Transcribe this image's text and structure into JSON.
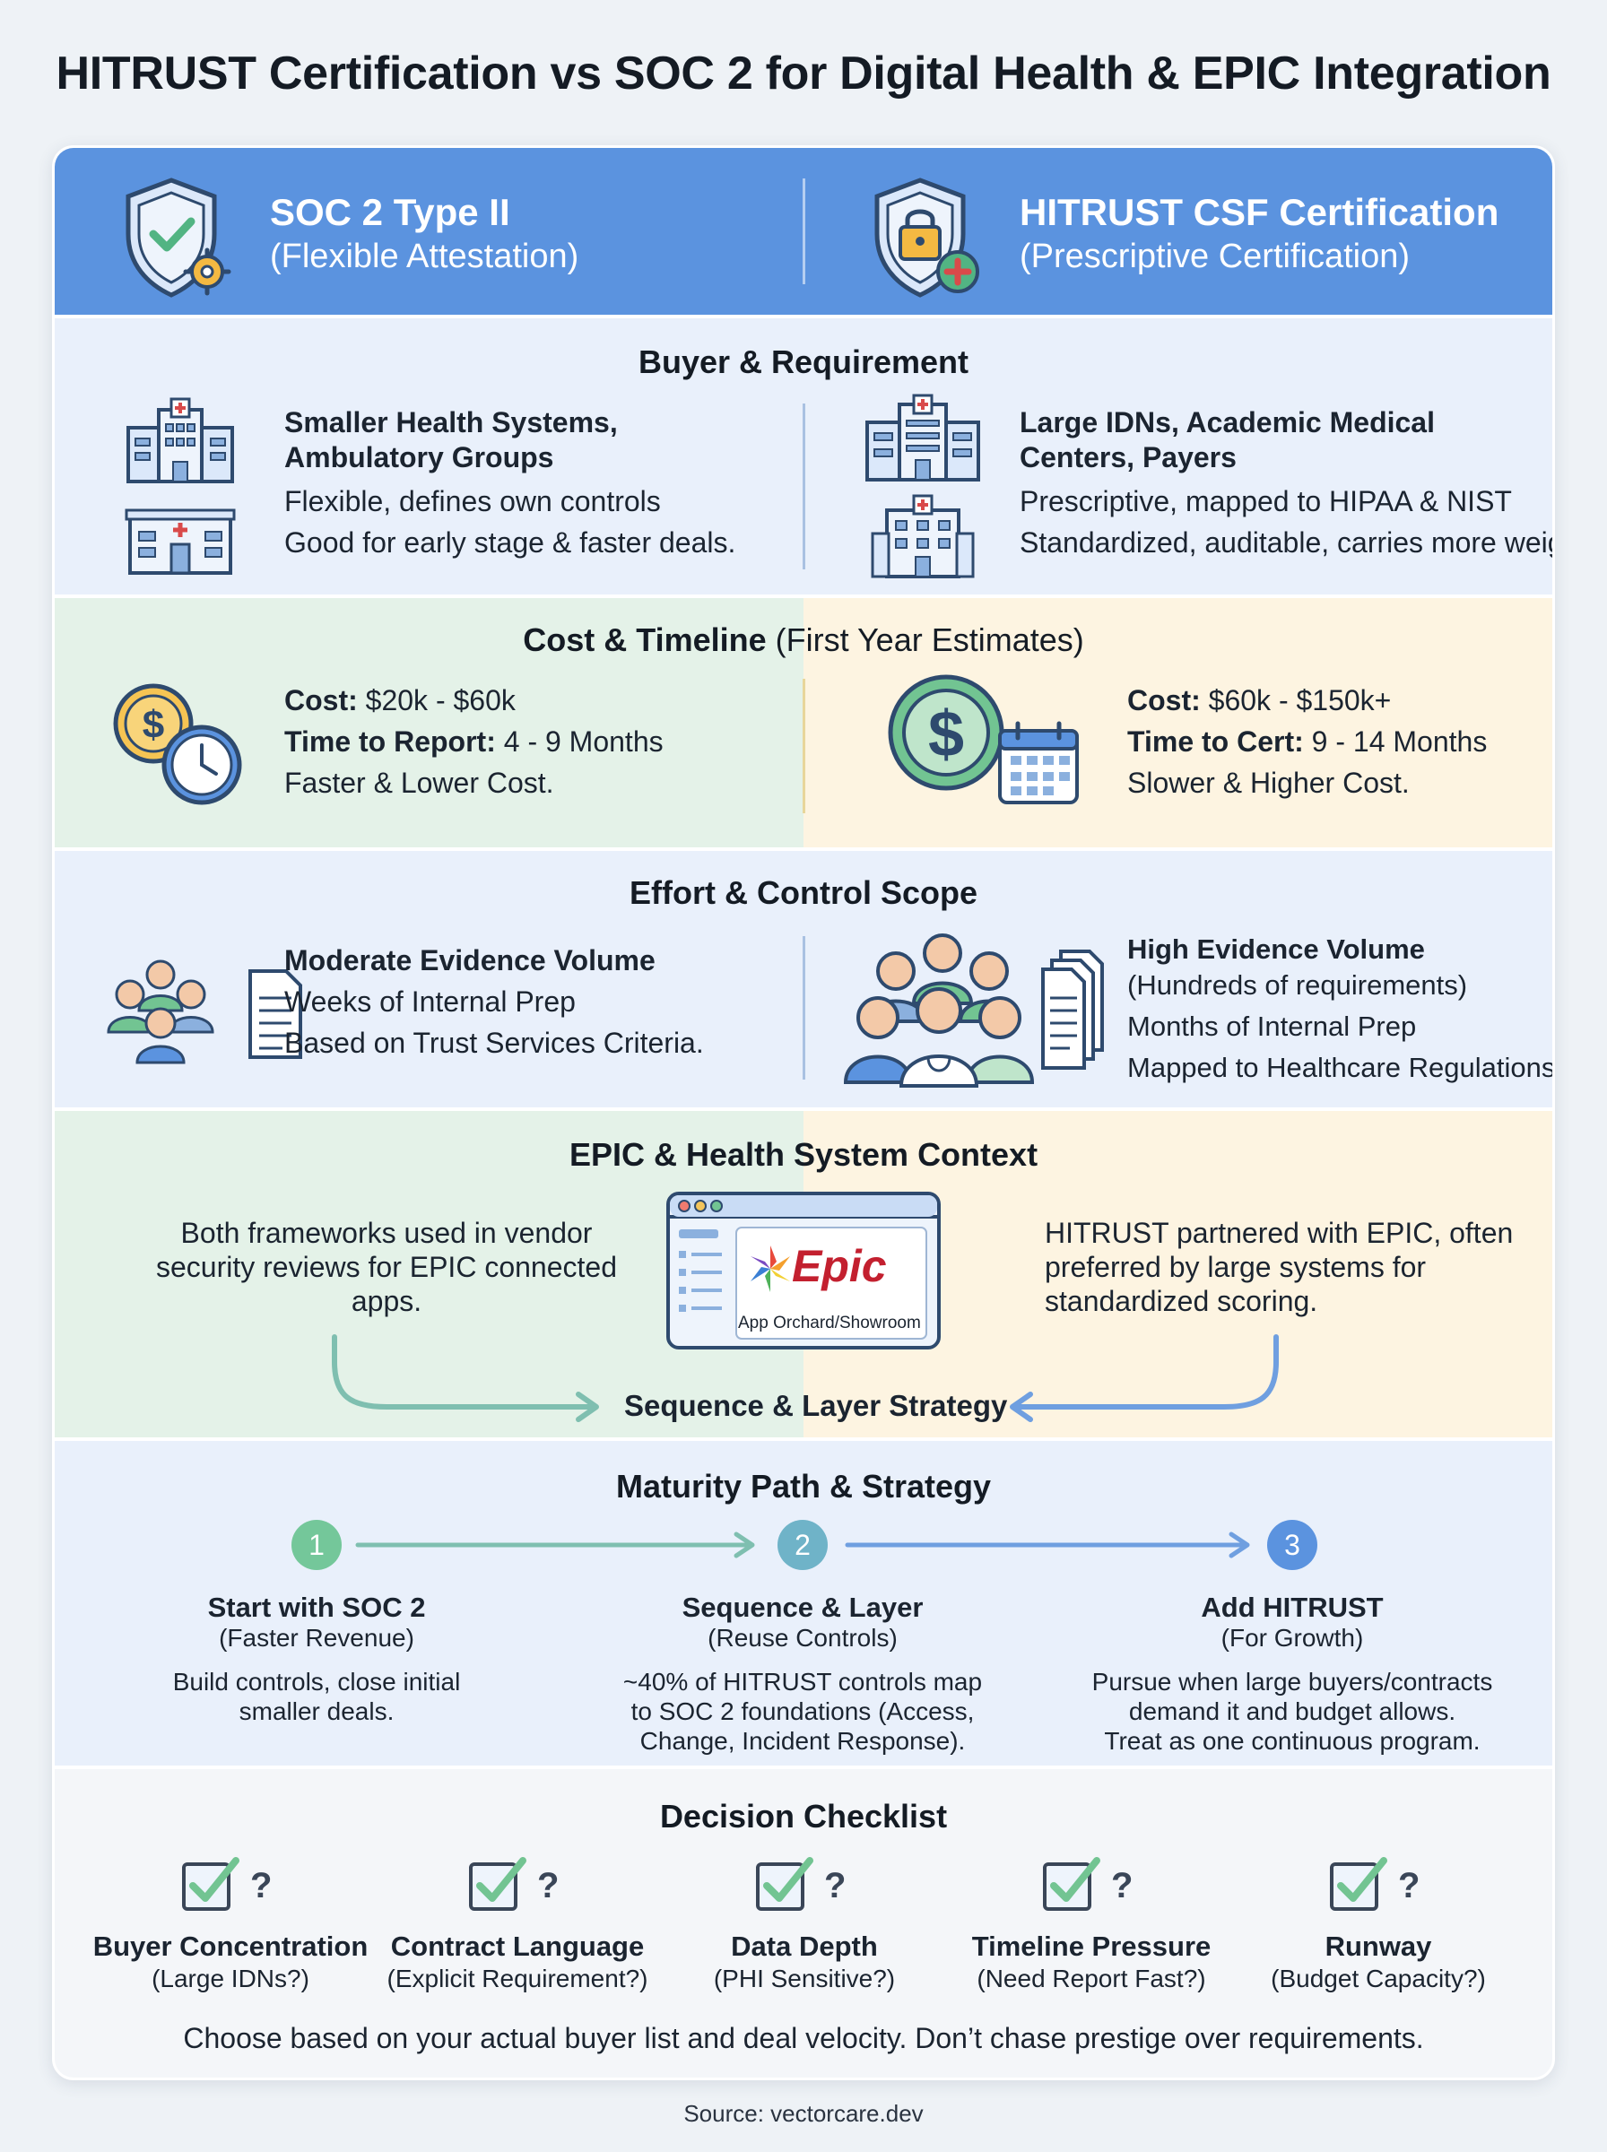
{
  "title": "HITRUST Certification vs SOC 2 for Digital Health & EPIC Integration",
  "header": {
    "left": {
      "title": "SOC 2 Type II",
      "subtitle": "(Flexible Attestation)",
      "icon": "shield-check-gear-icon"
    },
    "right": {
      "title": "HITRUST CSF Certification",
      "subtitle": "(Prescriptive Certification)",
      "icon": "shield-lock-plus-icon"
    }
  },
  "buyer": {
    "title": "Buyer & Requirement",
    "left": {
      "heading_1": "Smaller Health Systems,",
      "heading_2": "Ambulatory Groups",
      "line_1": "Flexible, defines own controls",
      "line_2": "Good for early stage & faster deals."
    },
    "right": {
      "heading_1": "Large IDNs, Academic Medical",
      "heading_2": "Centers, Payers",
      "line_1": "Prescriptive, mapped to HIPAA & NIST",
      "line_2": "Standardized, auditable, carries more weight."
    }
  },
  "cost": {
    "title": "Cost & Timeline",
    "title_note": "(First Year Estimates)",
    "left": {
      "cost_label": "Cost:",
      "cost_value": "$20k - $60k",
      "time_label": "Time to Report:",
      "time_value": "4 - 9 Months",
      "note": "Faster & Lower Cost."
    },
    "right": {
      "cost_label": "Cost:",
      "cost_value": "$60k - $150k+",
      "time_label": "Time to Cert:",
      "time_value": "9 - 14 Months",
      "note": "Slower & Higher Cost."
    }
  },
  "effort": {
    "title": "Effort & Control Scope",
    "left": {
      "heading": "Moderate Evidence Volume",
      "line_1": "Weeks of Internal Prep",
      "line_2": "Based on Trust Services Criteria."
    },
    "right": {
      "heading": "High Evidence Volume",
      "line_0": "(Hundreds of requirements)",
      "line_1": "Months of Internal Prep",
      "line_2": "Mapped to Healthcare Regulations."
    }
  },
  "epic": {
    "title": "EPIC & Health System Context",
    "left_1": "Both frameworks used in vendor",
    "left_2": "security reviews for EPIC connected",
    "left_3": "apps.",
    "right_1": "HITRUST partnered with EPIC, often",
    "right_2": "preferred by large systems for",
    "right_3": "standardized scoring.",
    "logo_text": "Epic",
    "caption": "App Orchard/Showroom",
    "strategy": "Sequence & Layer Strategy"
  },
  "maturity": {
    "title": "Maturity Path & Strategy",
    "steps": [
      {
        "num": "1",
        "title": "Start with SOC 2",
        "subtitle": "(Faster Revenue)",
        "d1": "Build controls, close initial",
        "d2": "smaller deals.",
        "d3": "",
        "color": "#74c79a"
      },
      {
        "num": "2",
        "title": "Sequence & Layer",
        "subtitle": "(Reuse Controls)",
        "d1": "~40% of HITRUST controls map",
        "d2": "to SOC 2 foundations (Access,",
        "d3": "Change, Incident Response).",
        "color": "#6fb3c8"
      },
      {
        "num": "3",
        "title": "Add HITRUST",
        "subtitle": "(For Growth)",
        "d1": "Pursue when large buyers/contracts",
        "d2": "demand it and budget allows.",
        "d3": "Treat as one continuous program.",
        "color": "#5b93df"
      }
    ]
  },
  "checklist": {
    "title": "Decision Checklist",
    "items": [
      {
        "title": "Buyer Concentration",
        "subtitle": "(Large IDNs?)"
      },
      {
        "title": "Contract Language",
        "subtitle": "(Explicit Requirement?)"
      },
      {
        "title": "Data Depth",
        "subtitle": "(PHI Sensitive?)"
      },
      {
        "title": "Timeline Pressure",
        "subtitle": "(Need Report Fast?)"
      },
      {
        "title": "Runway",
        "subtitle": "(Budget Capacity?)"
      }
    ],
    "qmark": "?",
    "footer": "Choose based on your actual buyer list and deal velocity. Don’t chase prestige over requirements."
  },
  "source": "Source: vectorcare.dev",
  "colors": {
    "header_blue": "#5b93df",
    "green_tint": "#e4f2e8",
    "yellow_tint": "#fdf4e1",
    "blue_tint": "#e9f0fb"
  }
}
